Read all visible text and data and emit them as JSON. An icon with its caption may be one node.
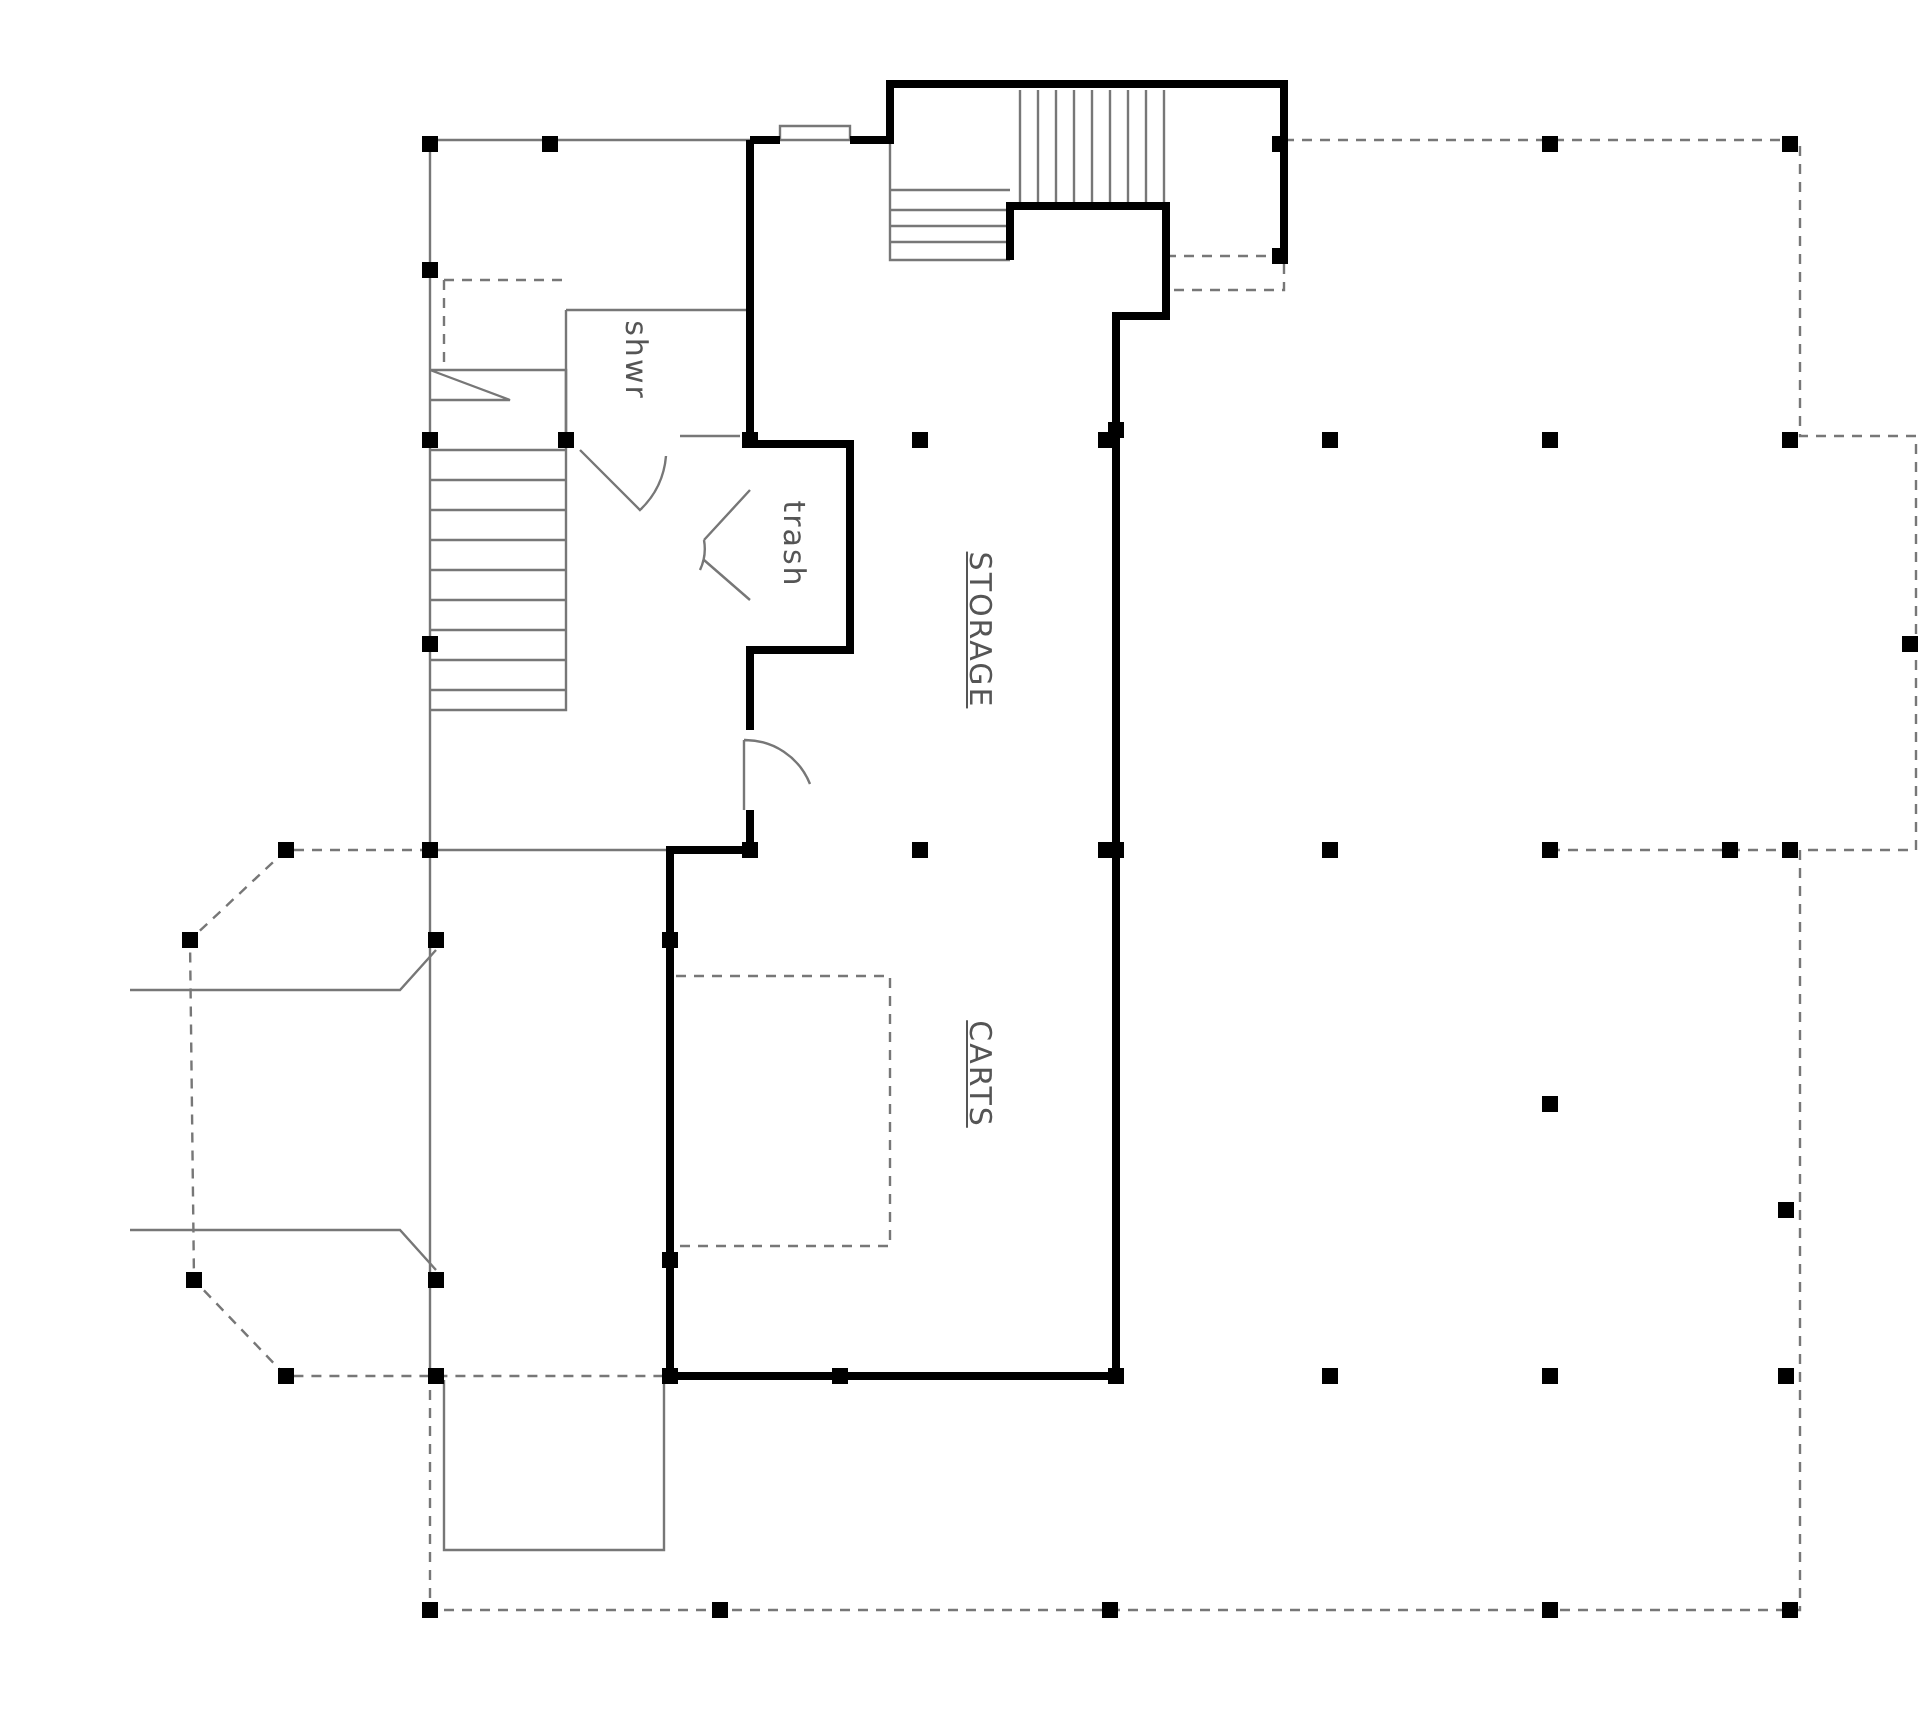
{
  "diagram": {
    "labels": [
      "shwr",
      "trash",
      "STORAGE",
      "CARTS"
    ]
  }
}
